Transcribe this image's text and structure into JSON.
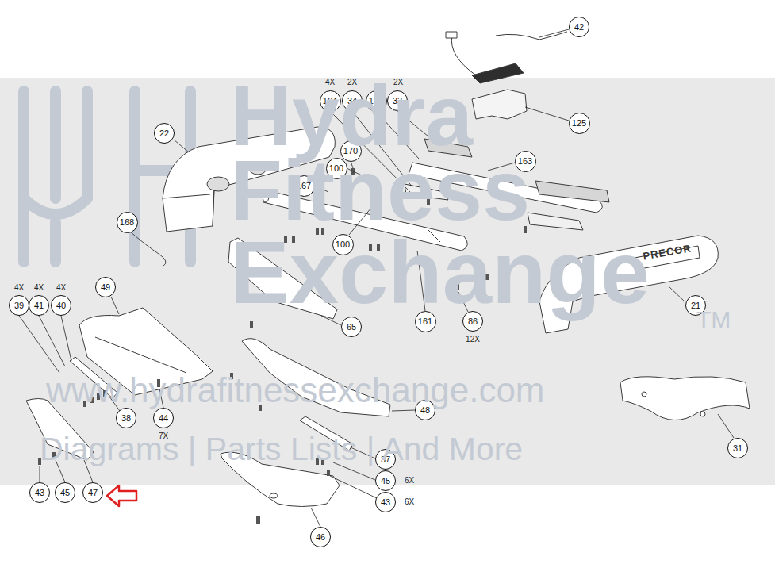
{
  "diagram": {
    "nodes": [
      {
        "text": [
          "42"
        ]
      },
      {
        "text": [
          "164"
        ]
      },
      {
        "text": [
          "34"
        ]
      },
      {
        "text": [
          "162"
        ]
      },
      {
        "text": [
          "33"
        ]
      },
      {
        "text": [
          "125"
        ]
      },
      {
        "text": [
          "22"
        ]
      },
      {
        "text": [
          "170"
        ]
      },
      {
        "text": [
          "163"
        ]
      },
      {
        "text": [
          "100"
        ]
      },
      {
        "text": [
          "167"
        ]
      },
      {
        "text": [
          "168"
        ]
      },
      {
        "text": [
          "100"
        ]
      },
      {
        "text": [
          "49"
        ]
      },
      {
        "text": [
          "39"
        ]
      },
      {
        "text": [
          "41"
        ]
      },
      {
        "text": [
          "40"
        ]
      },
      {
        "text": [
          "21"
        ]
      },
      {
        "text": [
          "161"
        ]
      },
      {
        "text": [
          "86"
        ]
      },
      {
        "text": [
          "65"
        ]
      },
      {
        "text": [
          "48"
        ]
      },
      {
        "text": [
          "38"
        ]
      },
      {
        "text": [
          "44"
        ]
      },
      {
        "text": [
          "31"
        ]
      },
      {
        "text": [
          "37"
        ]
      },
      {
        "text": [
          "45"
        ]
      },
      {
        "text": [
          "43"
        ]
      },
      {
        "text": [
          "45"
        ]
      },
      {
        "text": [
          "47"
        ]
      },
      {
        "text": [
          "43"
        ]
      },
      {
        "text": [
          "46"
        ]
      }
    ],
    "labels": [
      "4X",
      "2X",
      "2X",
      "Hydra",
      "Fitness",
      "Exchange",
      "TM",
      "4X",
      "4X",
      "4X",
      "PRECOR",
      "12X",
      "www.hydrafitnessexchange.com",
      "7X",
      "Diagrams | Parts Lists | And More",
      "6X",
      "6X"
    ]
  }
}
